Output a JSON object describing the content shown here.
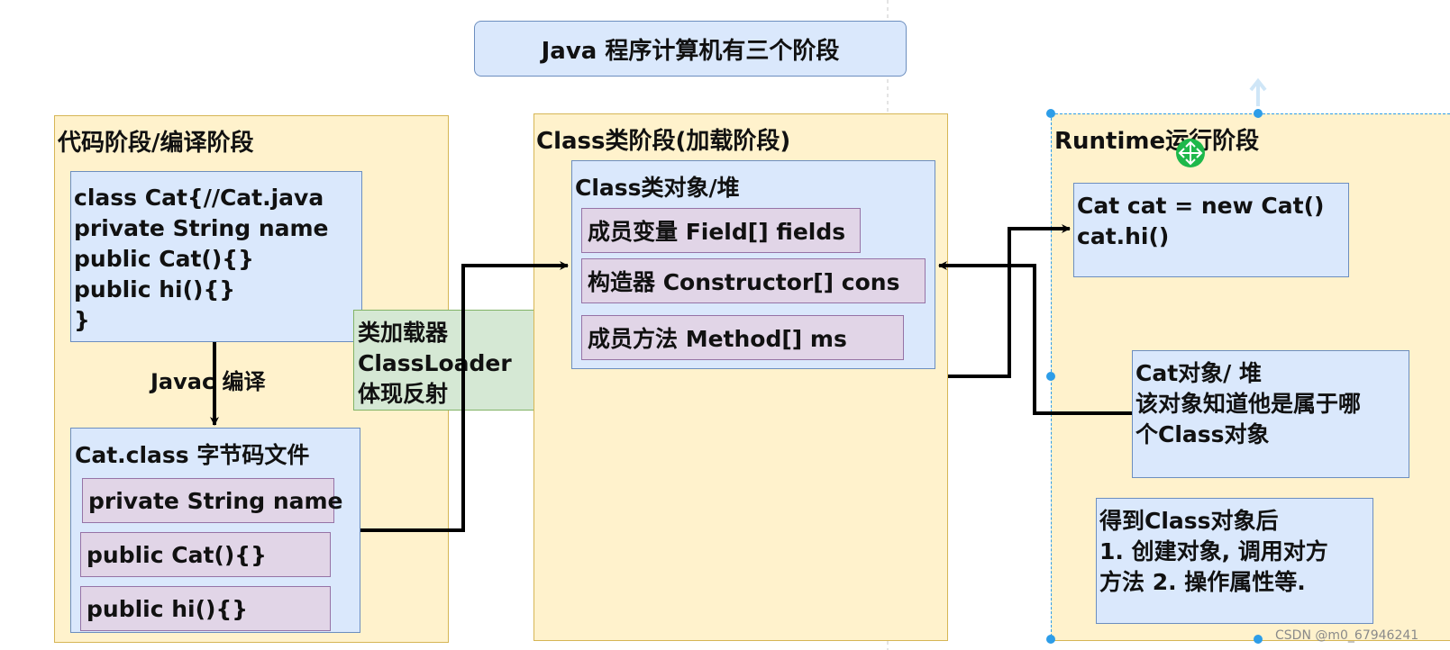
{
  "title": "Java 程序计算机有三个阶段",
  "stage1": {
    "title": "代码阶段/编译阶段",
    "source_code": [
      "class Cat{//Cat.java",
      "private String name",
      "public Cat(){}",
      "public hi(){}",
      "}"
    ],
    "compile_label": "Javac 编译",
    "bytecode_title": "Cat.class 字节码文件",
    "bytecode_members": [
      "private String name",
      "public Cat(){}",
      "public hi(){}"
    ]
  },
  "classloader": {
    "lines": [
      "类加载器",
      "ClassLoader",
      "体现反射"
    ]
  },
  "stage2": {
    "title": "Class类阶段(加载阶段)",
    "class_object_title": "Class类对象/堆",
    "members": [
      "成员变量 Field[] fields",
      "构造器 Constructor[] cons",
      "成员方法 Method[] ms"
    ]
  },
  "stage3": {
    "title": "Runtime运行阶段",
    "runtime_code": [
      "Cat cat = new Cat()",
      "cat.hi()"
    ],
    "cat_object": [
      "Cat对象/ 堆",
      "该对象知道他是属于哪",
      "个Class对象"
    ],
    "note": [
      "得到Class对象后",
      "1. 创建对象, 调用对方",
      "方法 2. 操作属性等."
    ]
  },
  "watermark": "CSDN @m0_67946241",
  "colors": {
    "stage_fill": "#fff2cc",
    "stage_border": "#d6b656",
    "blue_fill": "#dae8fc",
    "blue_border": "#6c8ebf",
    "purple_fill": "#e1d5e7",
    "purple_border": "#9673a6",
    "green_fill": "#d5e8d4",
    "green_border": "#82b366",
    "selection": "#2d9de8"
  }
}
